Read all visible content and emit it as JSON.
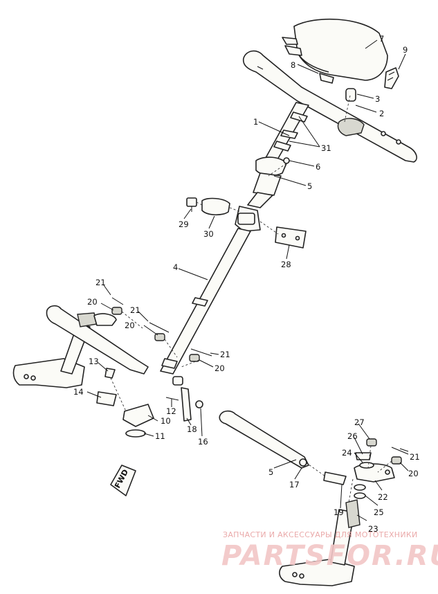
{
  "callouts": [
    {
      "id": "c7",
      "label": "7"
    },
    {
      "id": "c9",
      "label": "9"
    },
    {
      "id": "c8",
      "label": "8"
    },
    {
      "id": "c3",
      "label": "3"
    },
    {
      "id": "c2",
      "label": "2"
    },
    {
      "id": "c1",
      "label": "1"
    },
    {
      "id": "c31",
      "label": "31"
    },
    {
      "id": "c6",
      "label": "6"
    },
    {
      "id": "c5a",
      "label": "5"
    },
    {
      "id": "c29",
      "label": "29"
    },
    {
      "id": "c30",
      "label": "30"
    },
    {
      "id": "c28",
      "label": "28"
    },
    {
      "id": "c4",
      "label": "4"
    },
    {
      "id": "c21a",
      "label": "21"
    },
    {
      "id": "c20a",
      "label": "20"
    },
    {
      "id": "c21b",
      "label": "21"
    },
    {
      "id": "c20b",
      "label": "20"
    },
    {
      "id": "c21c",
      "label": "21"
    },
    {
      "id": "c20c",
      "label": "20"
    },
    {
      "id": "c13",
      "label": "13"
    },
    {
      "id": "c14",
      "label": "14"
    },
    {
      "id": "c12",
      "label": "12"
    },
    {
      "id": "c18",
      "label": "18"
    },
    {
      "id": "c16",
      "label": "16"
    },
    {
      "id": "c10",
      "label": "10"
    },
    {
      "id": "c11",
      "label": "11"
    },
    {
      "id": "c5b",
      "label": "5"
    },
    {
      "id": "c17",
      "label": "17"
    },
    {
      "id": "c27",
      "label": "27"
    },
    {
      "id": "c26",
      "label": "26"
    },
    {
      "id": "c24",
      "label": "24"
    },
    {
      "id": "c21d",
      "label": "21"
    },
    {
      "id": "c20d",
      "label": "20"
    },
    {
      "id": "c22",
      "label": "22"
    },
    {
      "id": "c25",
      "label": "25"
    },
    {
      "id": "c19",
      "label": "19"
    },
    {
      "id": "c23",
      "label": "23"
    }
  ],
  "fwd_mark": "FWD",
  "watermark": {
    "tagline": "ЗАПЧАСТИ И АКСЕССУАРЫ ДЛЯ МОТОТЕХНИКИ",
    "logo": "PARTSFOR.RU"
  },
  "colors": {
    "line": "#222222",
    "watermark": "#e8a0a0"
  }
}
